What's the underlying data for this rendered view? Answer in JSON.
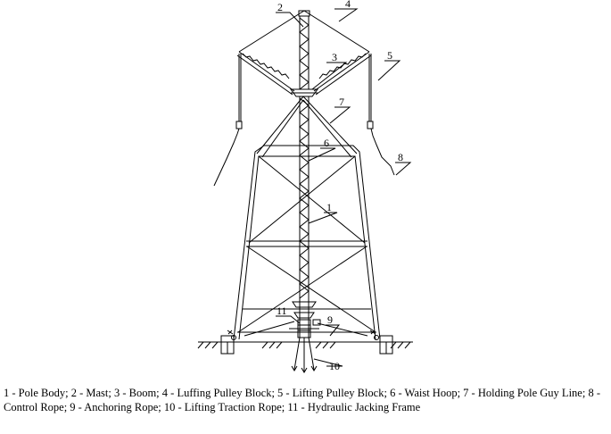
{
  "labels": {
    "l1": "1",
    "l2": "2",
    "l3": "3",
    "l4": "4",
    "l5": "5",
    "l6": "6",
    "l7": "7",
    "l8": "8",
    "l9": "9",
    "l10": "10",
    "l11": "11"
  },
  "caption": "1 - Pole Body; 2 - Mast; 3 - Boom; 4 - Luffing Pulley Block; 5 - Lifting Pulley Block; 6 - Waist Hoop; 7 - Holding Pole Guy Line; 8 - Control Rope; 9 - Anchoring Rope; 10 - Lifting Traction Rope; 11 - Hydraulic Jacking Frame"
}
